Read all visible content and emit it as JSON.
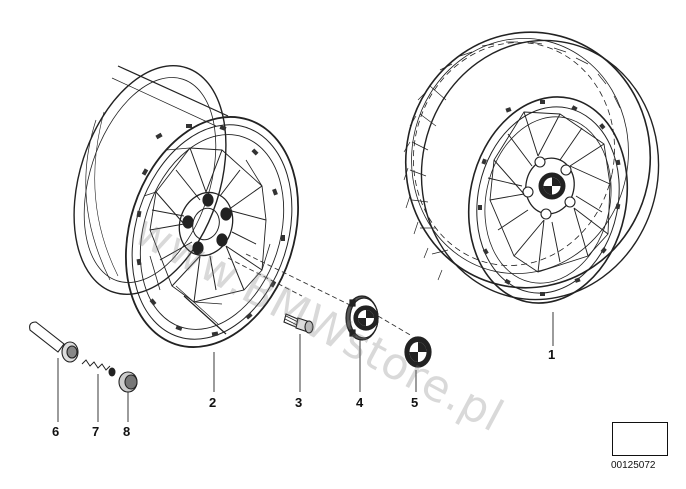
{
  "diagram": {
    "watermark": "www.BMWstore.pl",
    "diagram_id": "00125072",
    "callouts": [
      {
        "number": "1",
        "part": "complete wheel with tire"
      },
      {
        "number": "2",
        "part": "light alloy rim"
      },
      {
        "number": "3",
        "part": "wheel bolt"
      },
      {
        "number": "4",
        "part": "hub cap"
      },
      {
        "number": "5",
        "part": "emblem"
      },
      {
        "number": "6",
        "part": "valve"
      },
      {
        "number": "7",
        "part": "valve core"
      },
      {
        "number": "8",
        "part": "valve cap"
      }
    ]
  }
}
